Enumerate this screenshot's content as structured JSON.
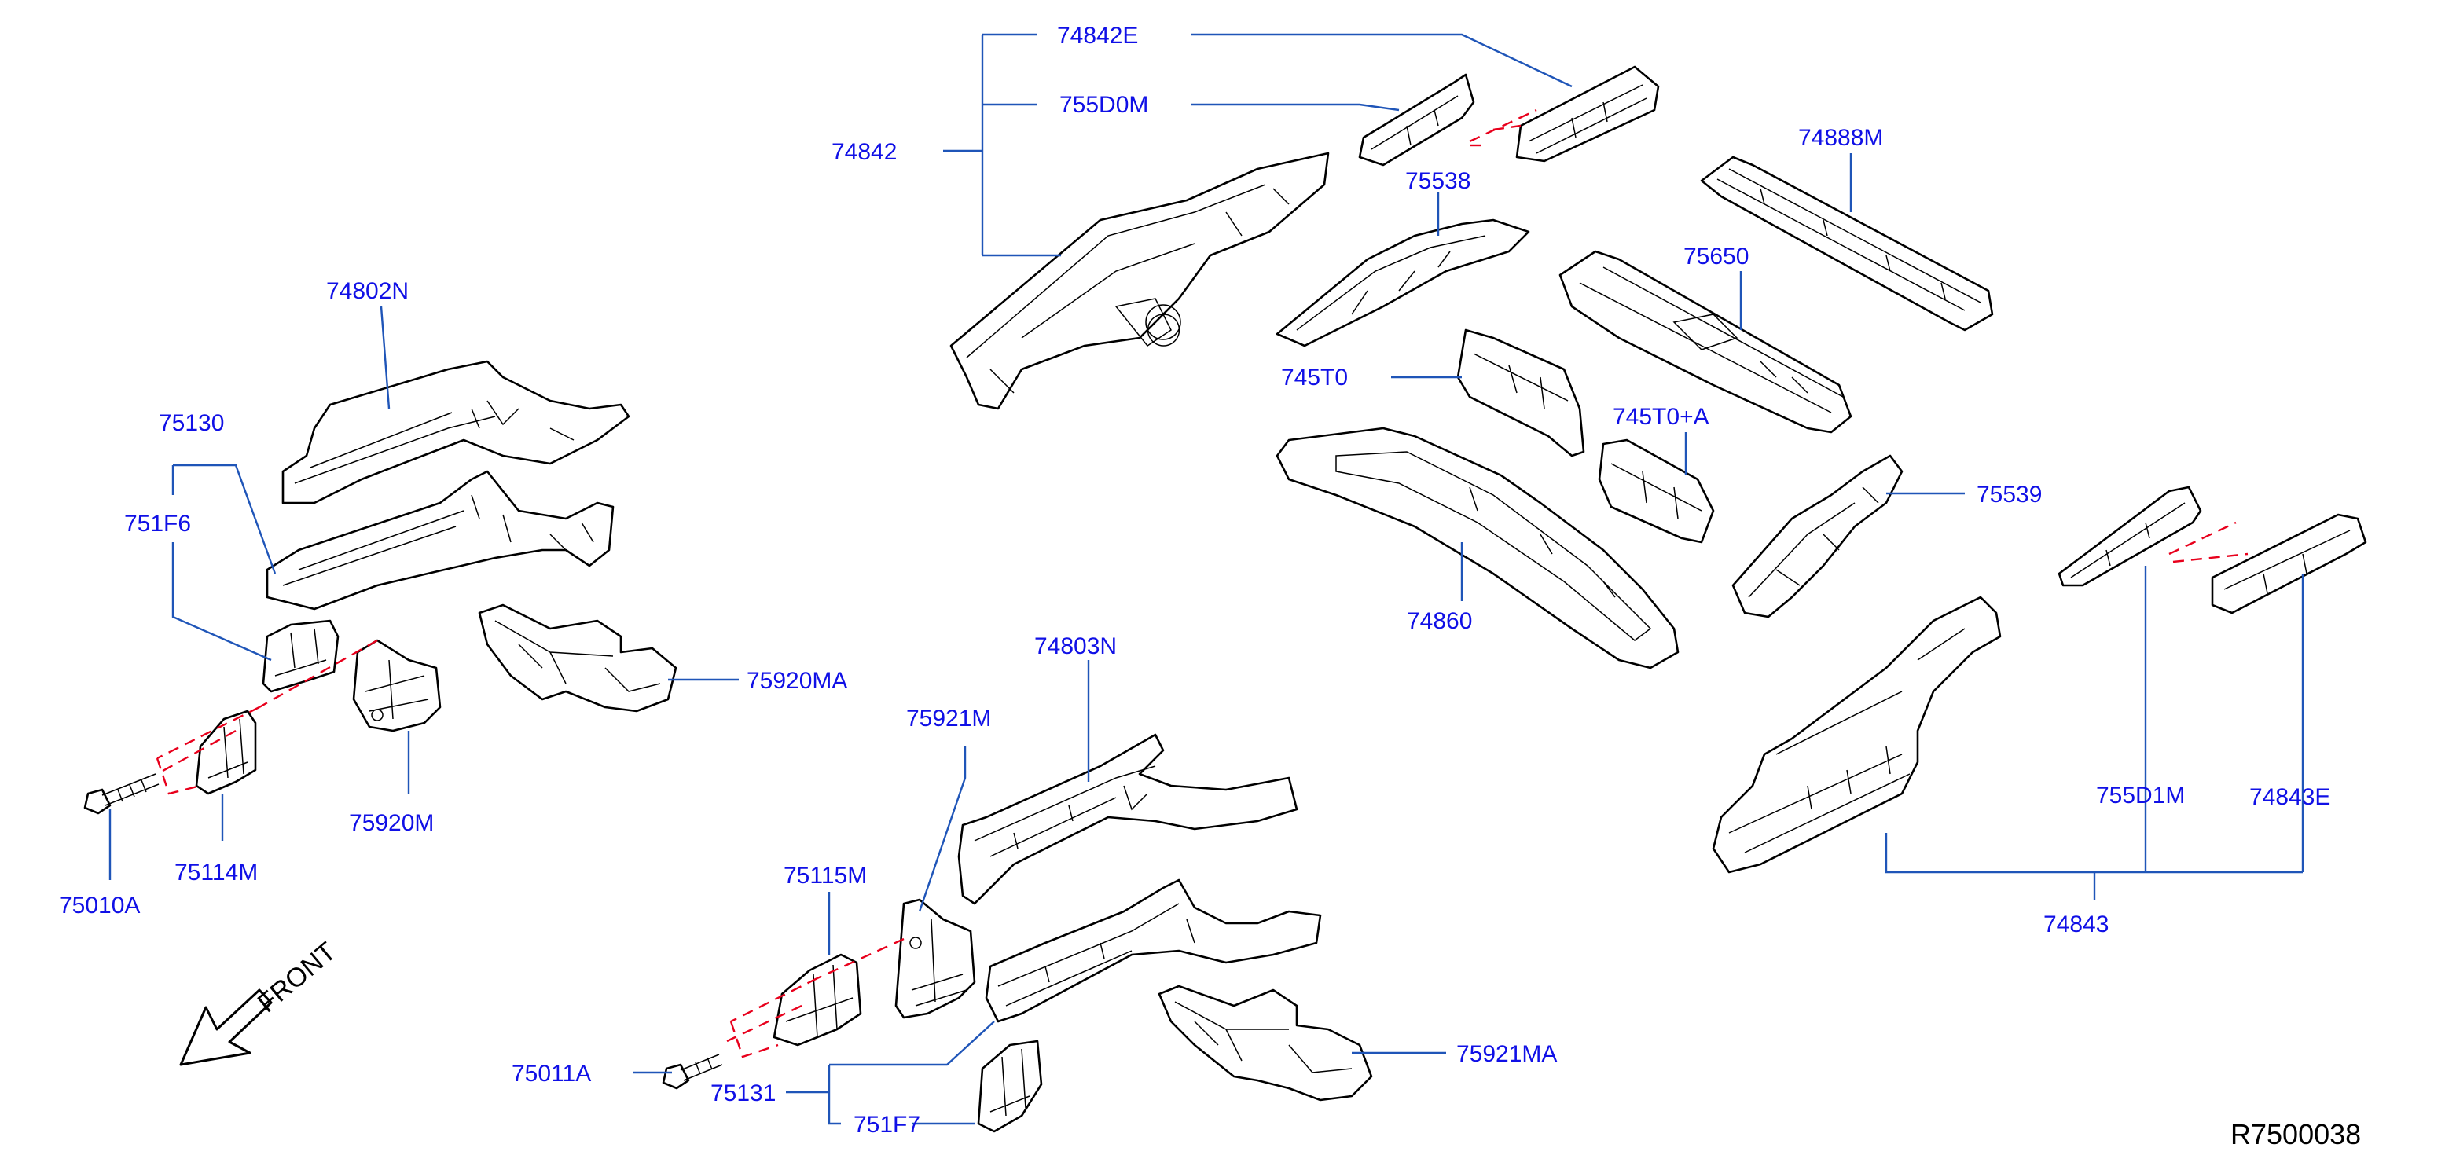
{
  "labels": {
    "p74842E": "74842E",
    "p755D0M": "755D0M",
    "p74842": "74842",
    "p74888M": "74888M",
    "p75538": "75538",
    "p75650": "75650",
    "p74802N": "74802N",
    "p745T0": "745T0",
    "p745T0A": "745T0+A",
    "p75130": "75130",
    "p75539": "75539",
    "p751F6": "751F6",
    "p74860": "74860",
    "p75920MA": "75920MA",
    "p74803N": "74803N",
    "p75921M": "75921M",
    "p75920M": "75920M",
    "p75114M": "75114M",
    "p755D1M": "755D1M",
    "p74843E": "74843E",
    "p75115M": "75115M",
    "p75010A": "75010A",
    "p74843": "74843",
    "p75921MA": "75921MA",
    "p75011A": "75011A",
    "p75131": "75131",
    "p751F7": "751F7"
  },
  "front_label": "FRONT",
  "reference": "R7500038",
  "colors": {
    "label": "#1010e6",
    "leader": "#1f55b8",
    "dashed": "#e8001c",
    "outline": "#000000"
  }
}
